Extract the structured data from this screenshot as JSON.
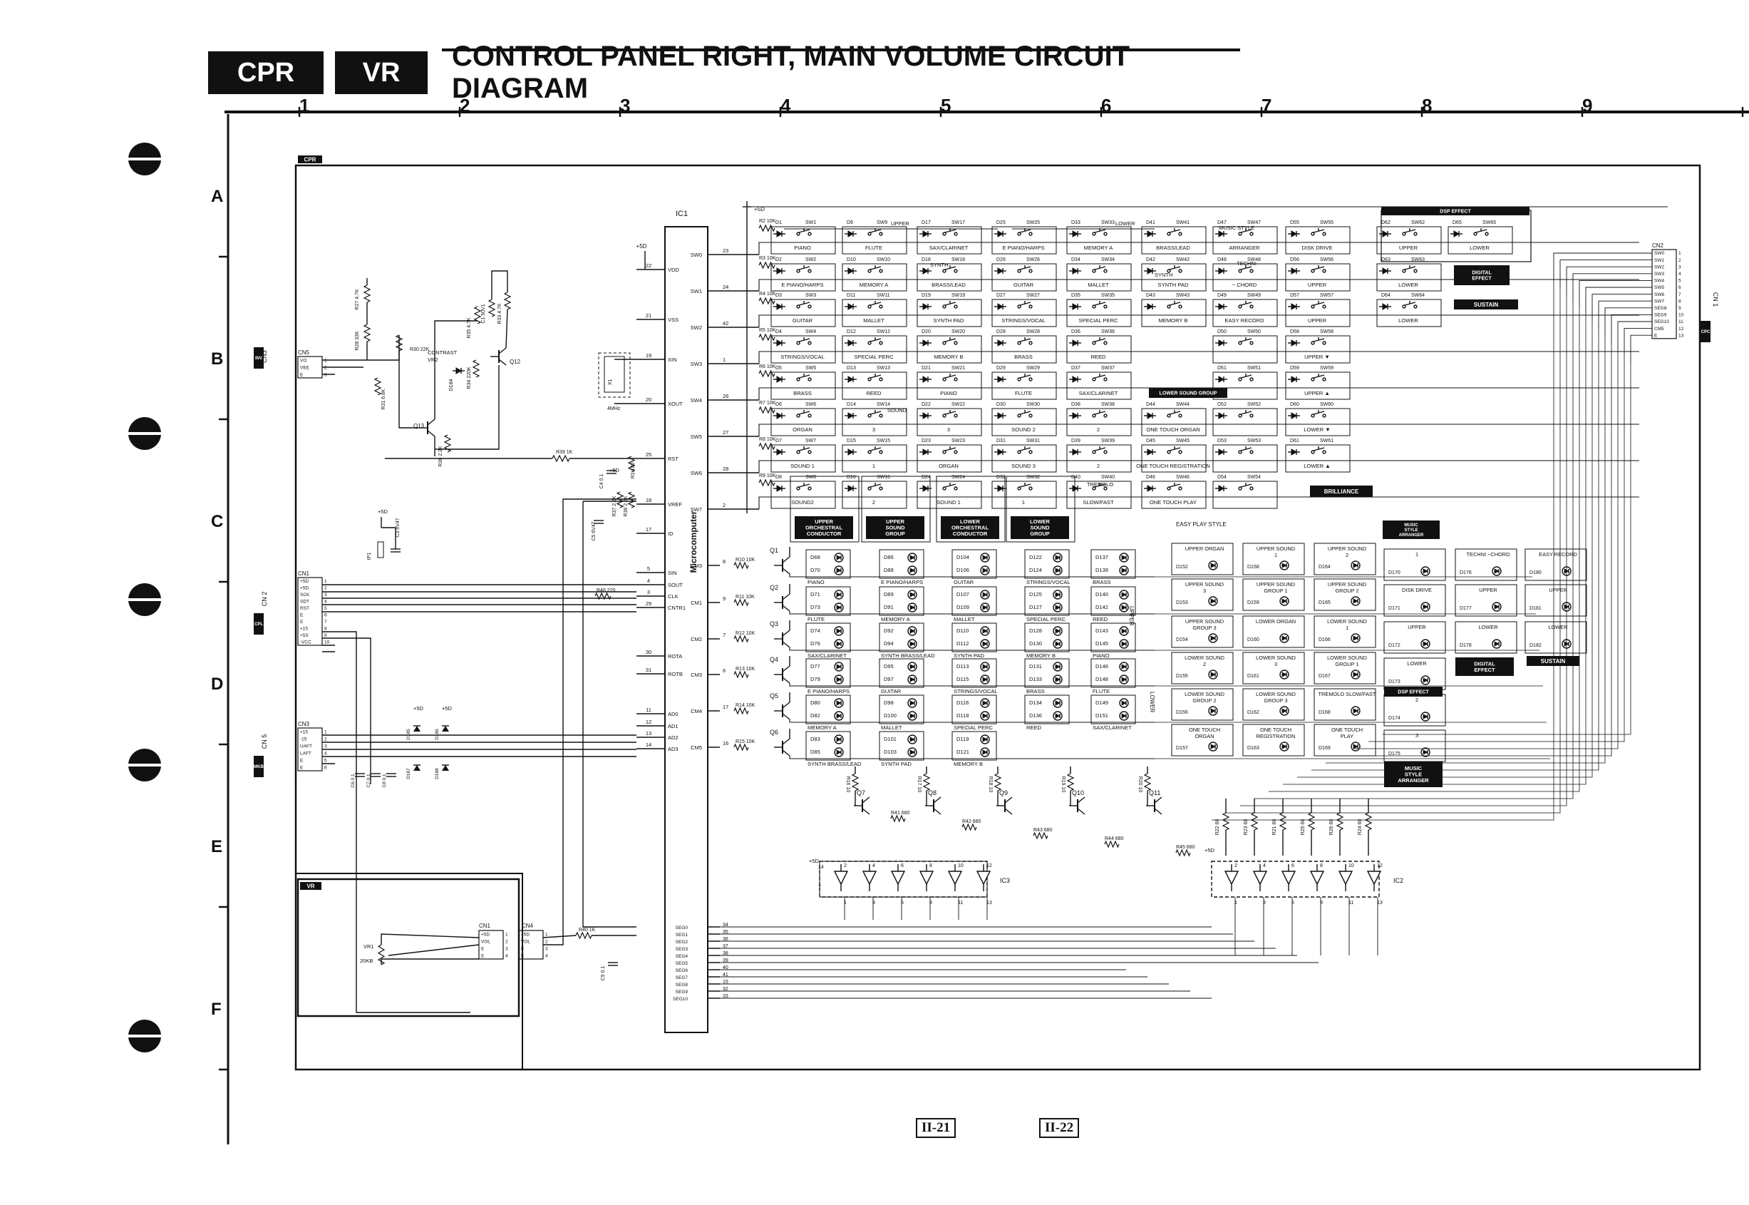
{
  "header": {
    "tag_left": "CPR",
    "tag_right": "VR",
    "title": "CONTROL PANEL RIGHT, MAIN VOLUME CIRCUIT DIAGRAM"
  },
  "grid": {
    "columns": [
      "1",
      "2",
      "3",
      "4",
      "5",
      "6",
      "7",
      "8",
      "9"
    ],
    "rows": [
      "A",
      "B",
      "C",
      "D",
      "E",
      "F"
    ]
  },
  "boards": {
    "main": "CPR",
    "sub": "VR"
  },
  "ic1": {
    "ref": "IC1",
    "name": "Microcomputer",
    "left_pins": [
      {
        "num": "22",
        "name": "VDD"
      },
      {
        "num": "21",
        "name": "VSS"
      },
      {
        "num": "19",
        "name": "XIN"
      },
      {
        "num": "20",
        "name": "XOUT"
      },
      {
        "num": "25",
        "name": "RST"
      },
      {
        "num": "18",
        "name": "VREF"
      },
      {
        "num": "17",
        "name": "ID"
      },
      {
        "num": "5",
        "name": "SIN"
      },
      {
        "num": "4",
        "name": "SOUT"
      },
      {
        "num": "3",
        "name": "CLK"
      },
      {
        "num": "29",
        "name": "CNTR1"
      },
      {
        "num": "30",
        "name": "ROTA"
      },
      {
        "num": "31",
        "name": "ROTB"
      },
      {
        "num": "11",
        "name": "AD0"
      },
      {
        "num": "12",
        "name": "AD1"
      },
      {
        "num": "13",
        "name": "AD2"
      },
      {
        "num": "14",
        "name": "AD3"
      }
    ],
    "right_sw": [
      {
        "num": "23",
        "name": "SW0"
      },
      {
        "num": "24",
        "name": "SW1"
      },
      {
        "num": "42",
        "name": "SW2"
      },
      {
        "num": "1",
        "name": "SW3"
      },
      {
        "num": "26",
        "name": "SW4"
      },
      {
        "num": "27",
        "name": "SW5"
      },
      {
        "num": "28",
        "name": "SW6"
      },
      {
        "num": "2",
        "name": "SW7"
      }
    ],
    "right_cm": [
      {
        "num": "8",
        "name": "CM3"
      },
      {
        "num": "9",
        "name": "CM1"
      },
      {
        "num": "7",
        "name": "CM2"
      },
      {
        "num": "6",
        "name": "CM3"
      },
      {
        "num": "17",
        "name": "CM4"
      },
      {
        "num": "16",
        "name": "CM5"
      }
    ],
    "right_seg": [
      {
        "num": "34",
        "name": "SEG0"
      },
      {
        "num": "35",
        "name": "SEG1"
      },
      {
        "num": "36",
        "name": "SEG2"
      },
      {
        "num": "37",
        "name": "SEG3"
      },
      {
        "num": "38",
        "name": "SEG4"
      },
      {
        "num": "39",
        "name": "SEG5"
      },
      {
        "num": "40",
        "name": "SEG6"
      },
      {
        "num": "41",
        "name": "SEG7"
      },
      {
        "num": "15",
        "name": "SEG8"
      },
      {
        "num": "32",
        "name": "SEG9"
      },
      {
        "num": "33",
        "name": "SEG10"
      }
    ]
  },
  "supply": "+5D",
  "crystal": {
    "ref": "X1",
    "freq": "4MHz"
  },
  "connectors": {
    "cn5_inv": {
      "tag": "INV",
      "cn": "CN3",
      "local": "CN5",
      "pins": [
        "VO",
        "VEE",
        "E"
      ]
    },
    "cn1_cpl": {
      "tag": "CPL",
      "cn": "CN 2",
      "local": "CN1",
      "pins": [
        "+5D",
        "+5D",
        "SCK",
        "SDT",
        "RST",
        "E",
        "E",
        "+15",
        "+5S",
        "-VCC"
      ]
    },
    "cn3_mkb": {
      "tag": "MKB",
      "cn": "CN 5",
      "local": "CN3",
      "pins": [
        "+15",
        "-15",
        "UAFT",
        "LAFT",
        "E",
        "E"
      ]
    },
    "cn2_cpc": {
      "tag": "CPC",
      "cn": "CN 1",
      "local": "CN2",
      "pins": [
        "SW0",
        "SW1",
        "SW2",
        "SW3",
        "SW4",
        "SW5",
        "SW6",
        "SW7",
        "SEG8",
        "SEG9",
        "SEG10",
        "CM5",
        "E"
      ]
    },
    "vr": {
      "local": "CN1",
      "pins": [
        "+5D",
        "VOL",
        "E",
        "E"
      ],
      "cn4": "CN4",
      "cn4pins": [
        "+5D",
        "VOL",
        "E",
        "E"
      ],
      "pot": "VR1",
      "value": "20KB"
    }
  },
  "left_parts": [
    "R27 4.7K",
    "R28 33K",
    "R30 22K",
    "CONTRAST",
    "VR2",
    "R31 6.8K",
    "D184",
    "R34 220K",
    "R33 4.7K",
    "R35 4.7K",
    "C1 50V1",
    "Q12",
    "Q13",
    "R36 2.2K",
    "R39 1K",
    "R46 220",
    "C3 6V47",
    "IP1",
    "C4 0.1",
    "C5 6V47",
    "R37 2.2K",
    "R38 2.2K",
    "R1 100",
    "R40 1K",
    "C9 0.1",
    "D185",
    "D186",
    "D187",
    "D188",
    "C6 0.1",
    "C7 0.1",
    "C8 0.1"
  ],
  "switch_rows": [
    {
      "row": "SW0",
      "r": "R2 10K",
      "cells": [
        {
          "d": "D1",
          "sw": "SW1",
          "label": "PIANO"
        },
        {
          "d": "D9",
          "sw": "SW9",
          "label": "FLUTE"
        },
        {
          "d": "D17",
          "sw": "SW17",
          "label": "SAX/CLARINET"
        },
        {
          "d": "D25",
          "sw": "SW25",
          "label": "E PIANO/HARPS"
        },
        {
          "d": "D33",
          "sw": "SW33",
          "label": "MEMORY A"
        },
        {
          "d": "D41",
          "sw": "SW41",
          "label": "BRASS/LEAD"
        },
        {
          "d": "D47",
          "sw": "SW47",
          "label": "ARRANGER"
        },
        {
          "d": "D55",
          "sw": "SW55",
          "label": "DISK DRIVE"
        },
        {
          "d": "D62",
          "sw": "SW62",
          "label": "UPPER"
        },
        {
          "d": "D65",
          "sw": "SW65",
          "label": "LOWER"
        }
      ]
    },
    {
      "row": "SW1",
      "r": "R3 10K",
      "cells": [
        {
          "d": "D2",
          "sw": "SW2",
          "label": "E PIANO/HARPS"
        },
        {
          "d": "D10",
          "sw": "SW10",
          "label": "MEMORY A"
        },
        {
          "d": "D18",
          "sw": "SW18",
          "label": "BRASS/LEAD"
        },
        {
          "d": "D26",
          "sw": "SW26",
          "label": "GUITAR"
        },
        {
          "d": "D34",
          "sw": "SW34",
          "label": "MALLET"
        },
        {
          "d": "D42",
          "sw": "SW42",
          "label": "SYNTH PAD"
        },
        {
          "d": "D48",
          "sw": "SW48",
          "label": "~ CHORD"
        },
        {
          "d": "D56",
          "sw": "SW56",
          "label": "UPPER"
        },
        {
          "d": "D63",
          "sw": "SW63",
          "label": "LOWER"
        }
      ]
    },
    {
      "row": "SW2",
      "r": "R4 10K",
      "cells": [
        {
          "d": "D3",
          "sw": "SW3",
          "label": "GUITAR"
        },
        {
          "d": "D11",
          "sw": "SW11",
          "label": "MALLET"
        },
        {
          "d": "D19",
          "sw": "SW19",
          "label": "SYNTH PAD"
        },
        {
          "d": "D27",
          "sw": "SW27",
          "label": "STRINGS/VOCAL"
        },
        {
          "d": "D35",
          "sw": "SW35",
          "label": "SPECIAL PERC"
        },
        {
          "d": "D43",
          "sw": "SW43",
          "label": "MEMORY B"
        },
        {
          "d": "D49",
          "sw": "SW49",
          "label": "EASY RECORD"
        },
        {
          "d": "D57",
          "sw": "SW57",
          "label": "UPPER"
        },
        {
          "d": "D64",
          "sw": "SW64",
          "label": "LOWER"
        }
      ]
    },
    {
      "row": "SW3",
      "r": "R5 10K",
      "cells": [
        {
          "d": "D4",
          "sw": "SW4",
          "label": "STRINGS/VOCAL"
        },
        {
          "d": "D12",
          "sw": "SW12",
          "label": "SPECIAL PERC"
        },
        {
          "d": "D20",
          "sw": "SW20",
          "label": "MEMORY B"
        },
        {
          "d": "D28",
          "sw": "SW28",
          "label": "BRASS"
        },
        {
          "d": "D36",
          "sw": "SW36",
          "label": "REED"
        },
        {
          "d": "",
          "sw": "",
          "label": ""
        },
        {
          "d": "D50",
          "sw": "SW50",
          "label": ""
        },
        {
          "d": "D58",
          "sw": "SW58",
          "label": "UPPER ▼"
        }
      ]
    },
    {
      "row": "SW4",
      "r": "R6 10K",
      "cells": [
        {
          "d": "D5",
          "sw": "SW5",
          "label": "BRASS"
        },
        {
          "d": "D13",
          "sw": "SW13",
          "label": "REED"
        },
        {
          "d": "D21",
          "sw": "SW21",
          "label": "PIANO"
        },
        {
          "d": "D29",
          "sw": "SW29",
          "label": "FLUTE"
        },
        {
          "d": "D37",
          "sw": "SW37",
          "label": "SAX/CLARINET"
        },
        {
          "d": "",
          "sw": "",
          "label": ""
        },
        {
          "d": "D51",
          "sw": "SW51",
          "label": ""
        },
        {
          "d": "D59",
          "sw": "SW59",
          "label": "UPPER ▲"
        }
      ]
    },
    {
      "row": "SW5",
      "r": "R7 10K",
      "cells": [
        {
          "d": "D6",
          "sw": "SW6",
          "label": "ORGAN"
        },
        {
          "d": "D14",
          "sw": "SW14",
          "label": "3"
        },
        {
          "d": "D22",
          "sw": "SW22",
          "label": "3"
        },
        {
          "d": "D30",
          "sw": "SW30",
          "label": "SOUND 2"
        },
        {
          "d": "D38",
          "sw": "SW38",
          "label": "2"
        },
        {
          "d": "D44",
          "sw": "SW44",
          "label": "ONE TOUCH ORGAN"
        },
        {
          "d": "D52",
          "sw": "SW52",
          "label": ""
        },
        {
          "d": "D60",
          "sw": "SW60",
          "label": "LOWER ▼"
        }
      ]
    },
    {
      "row": "SW6",
      "r": "R8 10K",
      "cells": [
        {
          "d": "D7",
          "sw": "SW7",
          "label": "SOUND 1"
        },
        {
          "d": "D15",
          "sw": "SW15",
          "label": "1"
        },
        {
          "d": "D23",
          "sw": "SW23",
          "label": "ORGAN"
        },
        {
          "d": "D31",
          "sw": "SW31",
          "label": "SOUND 3"
        },
        {
          "d": "D39",
          "sw": "SW39",
          "label": "2"
        },
        {
          "d": "D45",
          "sw": "SW45",
          "label": "ONE TOUCH REGISTRATION"
        },
        {
          "d": "D53",
          "sw": "SW53",
          "label": ""
        },
        {
          "d": "D61",
          "sw": "SW61",
          "label": "LOWER ▲"
        }
      ]
    },
    {
      "row": "SW7",
      "r": "R9 10K",
      "cells": [
        {
          "d": "D8",
          "sw": "SW8",
          "label": "SOUND2"
        },
        {
          "d": "D16",
          "sw": "SW16",
          "label": "2"
        },
        {
          "d": "D24",
          "sw": "SW24",
          "label": "SOUND 1"
        },
        {
          "d": "D32",
          "sw": "SW32",
          "label": "1"
        },
        {
          "d": "D40",
          "sw": "SW40",
          "label": "SLOW/FAST"
        },
        {
          "d": "D46",
          "sw": "SW46",
          "label": "ONE TOUCH PLAY"
        },
        {
          "d": "D54",
          "sw": "SW54",
          "label": ""
        }
      ]
    }
  ],
  "column_headers": {
    "upper": "UPPER",
    "lower": "LOWER",
    "synth": "SYNTH",
    "synth2": "SYNTH",
    "music_style": "MUSIC STYLE",
    "techni": "TECHNI",
    "sound": "SOUND",
    "tremolo": "TREMOLO",
    "easy_play": "EASY PLAY STYLE",
    "lower_sound_group": "LOWER SOUND GROUP",
    "brilliance": "BRILLIANCE"
  },
  "group_boxes": [
    "UPPER ORCHESTRAL CONDUCTOR",
    "UPPER SOUND GROUP",
    "LOWER ORCHESTRAL CONDUCTOR",
    "LOWER SOUND GROUP"
  ],
  "side_tags": {
    "dsp_effect_top": "DSP  EFFECT",
    "digital_effect_top": "DIGITAL EFFECT",
    "sustain_top": "SUSTAIN",
    "music_style_arranger_top": "MUSIC STYLE ARRANGER",
    "dsp_effect_bot": "DSP EFFECT",
    "music_style_arranger_bot": "MUSIC STYLE ARRANGER",
    "digital_effect_bot": "DIGITAL EFFECT",
    "sustain_bot": "SUSTAIN"
  },
  "led_rows": [
    {
      "cm": "CM3",
      "r": "R10 10K",
      "q": "Q1",
      "leds": [
        [
          "D68",
          "D70"
        ],
        [
          "D86",
          "D88"
        ],
        [
          "D104",
          "D106"
        ],
        [
          "D122",
          "D124"
        ],
        [
          "D137",
          "D139"
        ]
      ],
      "labels": [
        "PIANO",
        "E PIANO/HARPS",
        "GUITAR",
        "STRINGS/VOCAL",
        "BRASS"
      ]
    },
    {
      "cm": "CM1",
      "r": "R11 10K",
      "q": "Q2",
      "leds": [
        [
          "D71",
          "D73"
        ],
        [
          "D89",
          "D91"
        ],
        [
          "D107",
          "D109"
        ],
        [
          "D125",
          "D127"
        ],
        [
          "D140",
          "D142"
        ]
      ],
      "labels": [
        "FLUTE",
        "MEMORY A",
        "MALLET",
        "SPECIAL PERC",
        "REED"
      ]
    },
    {
      "cm": "CM2",
      "r": "R12 10K",
      "q": "Q3",
      "leds": [
        [
          "D74",
          "D76"
        ],
        [
          "D92",
          "D94"
        ],
        [
          "D110",
          "D112"
        ],
        [
          "D128",
          "D130"
        ],
        [
          "D143",
          "D145"
        ]
      ],
      "labels": [
        "SAX/CLARINET",
        "SYNTH BRASS/LEAD",
        "SYNTH PAD",
        "MEMORY B",
        "PIANO"
      ]
    },
    {
      "cm": "CM3",
      "r": "R13 10K",
      "q": "Q4",
      "leds": [
        [
          "D77",
          "D79"
        ],
        [
          "D95",
          "D97"
        ],
        [
          "D113",
          "D115"
        ],
        [
          "D131",
          "D133"
        ],
        [
          "D146",
          "D148"
        ]
      ],
      "labels": [
        "E PIANO/HARPS",
        "GUITAR",
        "STRINGS/VOCAL",
        "BRASS",
        "FLUTE"
      ]
    },
    {
      "cm": "CM4",
      "r": "R14 10K",
      "q": "Q5",
      "leds": [
        [
          "D80",
          "D82"
        ],
        [
          "D98",
          "D100"
        ],
        [
          "D116",
          "D118"
        ],
        [
          "D134",
          "D136"
        ],
        [
          "D149",
          "D151"
        ]
      ],
      "labels": [
        "MEMORY A",
        "MALLET",
        "SPECIAL PERC",
        "REED",
        "SAX/CLARINET"
      ]
    },
    {
      "cm": "CM5",
      "r": "R15 10K",
      "q": "Q6",
      "leds": [
        [
          "D83",
          "D85"
        ],
        [
          "D101",
          "D103"
        ],
        [
          "D119",
          "D121"
        ],
        [
          "",
          ""
        ],
        [
          "",
          ""
        ]
      ],
      "labels": [
        "SYNTH BRASS/LEAD",
        "SYNTH PAD",
        "MEMORY B",
        "",
        ""
      ]
    }
  ],
  "vertical_labels": {
    "upper": "UPPER",
    "lower": "LOWER"
  },
  "led_boxes": [
    {
      "label": "UPPER ORGAN",
      "d": "D152"
    },
    {
      "label": "UPPER SOUND 3",
      "d": "D153"
    },
    {
      "label": "UPPER SOUND GROUP 3",
      "d": "D154"
    },
    {
      "label": "LOWER SOUND 2",
      "d": "D155"
    },
    {
      "label": "LOWER SOUND GROUP 2",
      "d": "D156"
    },
    {
      "label": "ONE TOUCH ORGAN",
      "d": "D157"
    },
    {
      "label": "UPPER SOUND 1",
      "d": "D158"
    },
    {
      "label": "UPPER SOUND GROUP 1",
      "d": "D159"
    },
    {
      "label": "LOWER ORGAN",
      "d": "D160"
    },
    {
      "label": "LOWER SOUND 3",
      "d": "D161"
    },
    {
      "label": "LOWER SOUND GROUP 3",
      "d": "D162"
    },
    {
      "label": "ONE TOUCH REGISTRATION",
      "d": "D163"
    },
    {
      "label": "UPPER SOUND 2",
      "d": "D164"
    },
    {
      "label": "UPPER SOUND GROUP 2",
      "d": "D165"
    },
    {
      "label": "LOWER SOUND 1",
      "d": "D166"
    },
    {
      "label": "LOWER SOUND GROUP 1",
      "d": "D167"
    },
    {
      "label": "TREMOLO SLOW/FAST",
      "d": "D168"
    },
    {
      "label": "ONE TOUCH PLAY",
      "d": "D169"
    },
    {
      "label": "1",
      "d": "D170"
    },
    {
      "label": "DISK DRIVE",
      "d": "D171"
    },
    {
      "label": "UPPER",
      "d": "D172"
    },
    {
      "label": "LOWER",
      "d": "D173"
    },
    {
      "label": "2",
      "d": "D174"
    },
    {
      "label": "3",
      "d": "D175"
    },
    {
      "label": "TECHNI ~CHORD",
      "d": "D176"
    },
    {
      "label": "UPPER",
      "d": "D177"
    },
    {
      "label": "LOWER",
      "d": "D178"
    },
    {
      "label": "EASY RECORD",
      "d": "D180"
    },
    {
      "label": "UPPER",
      "d": "D181"
    },
    {
      "label": "LOWER",
      "d": "D182"
    }
  ],
  "drivers": {
    "transistors": [
      "Q7",
      "Q8",
      "Q9",
      "Q10",
      "Q11"
    ],
    "res_base": [
      "R16 10",
      "R17 10",
      "R18 10",
      "R19 10",
      "R20 10"
    ],
    "res_coll": [
      "R41 680",
      "R42 680",
      "R43 680",
      "R44 680",
      "R45 680"
    ],
    "ic3": "IC3",
    "ic2": "IC2",
    "ic_res": [
      "R22 68",
      "R23 68",
      "R21 68",
      "R25 68",
      "R26 68",
      "R24 68"
    ],
    "ic_pins_top": [
      "2",
      "4",
      "6",
      "8",
      "10",
      "12"
    ],
    "ic_pins_bot": [
      "1",
      "3",
      "5",
      "9",
      "11",
      "13"
    ],
    "pin14": "14",
    "pin7": "7"
  },
  "page_numbers": [
    "II-21",
    "II-22"
  ]
}
